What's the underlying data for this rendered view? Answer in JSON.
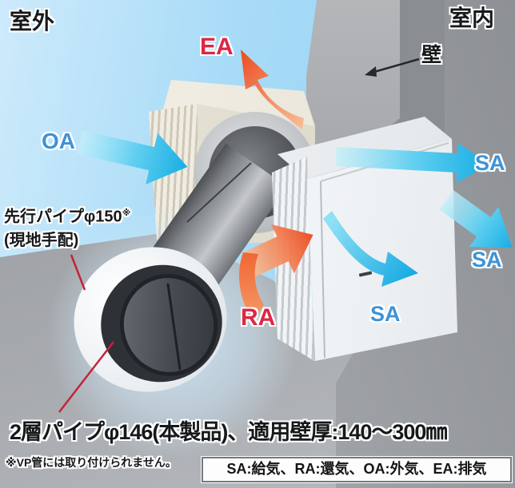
{
  "scene": {
    "outdoor": "室外",
    "indoor": "室内",
    "wall": "壁"
  },
  "airflow": {
    "ea": "EA",
    "oa": "OA",
    "ra": "RA",
    "sa_top": "SA",
    "sa_right": "SA",
    "sa_front": "SA"
  },
  "notes": {
    "pre_pipe_line1": "先行パイプφ150",
    "pre_pipe_ref": "※",
    "pre_pipe_line2": "(現地手配)",
    "product_spec": "2層パイプφ146(本製品)、適用壁厚:140〜300㎜",
    "vp_warning": "※VP管には取り付けられません。",
    "legend": "SA:給気、RA:還気、OA:外気、EA:排気"
  },
  "colors": {
    "supply_blue_label": "#3e93d6",
    "exhaust_red_label": "#dd2744",
    "arrow_cyan": "#17aee4",
    "arrow_orange": "#ee4f24",
    "sky": "#a8dbf7",
    "wall_gray": "#9a9da1"
  }
}
